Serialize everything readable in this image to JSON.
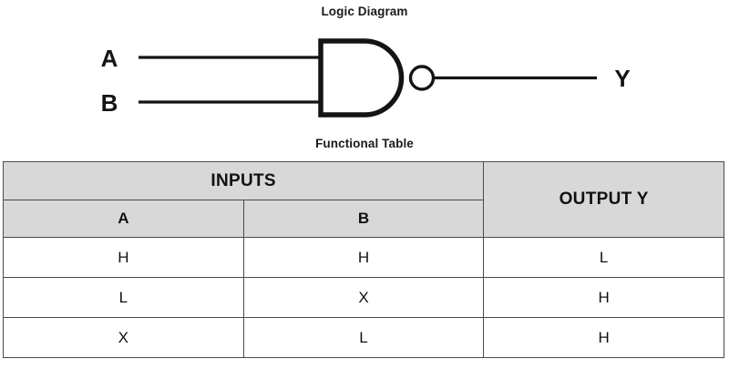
{
  "diagram": {
    "caption": "Logic Diagram",
    "gate_type": "nand-gate",
    "inputs": [
      {
        "label": "A"
      },
      {
        "label": "B"
      }
    ],
    "output": {
      "label": "Y"
    }
  },
  "table": {
    "caption": "Functional Table",
    "group_headers": [
      {
        "label": "INPUTS",
        "colspan": 2
      },
      {
        "label": "OUTPUT Y",
        "colspan": 1,
        "rowspan": 2
      }
    ],
    "column_headers": [
      "A",
      "B"
    ],
    "rows": [
      {
        "a": "H",
        "b": "H",
        "y": "L"
      },
      {
        "a": "L",
        "b": "X",
        "y": "H"
      },
      {
        "a": "X",
        "b": "L",
        "y": "H"
      }
    ]
  },
  "colors": {
    "header_fill": "#d8d8d8",
    "border": "#4a4a4a",
    "ink": "#111111",
    "background": "#ffffff"
  }
}
